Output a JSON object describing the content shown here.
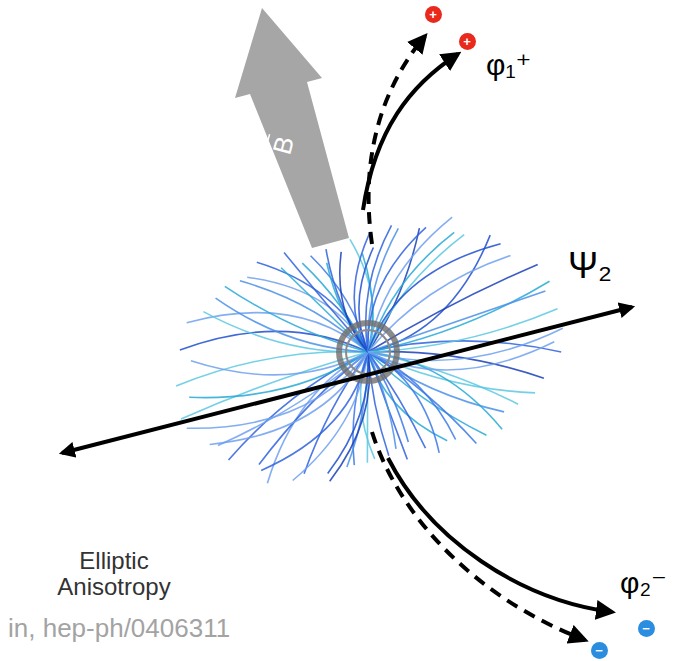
{
  "diagram": {
    "nodes": [
      {
        "text": [
          "+"
        ]
      },
      {
        "text": [
          "+"
        ]
      },
      {
        "text": [
          "−"
        ]
      },
      {
        "text": [
          "−"
        ]
      }
    ],
    "labels": [
      "B",
      "Ψ₂",
      "Elliptic Anisotropy",
      "φ₁⁺",
      "φ₂⁻",
      "in, hep-ph/0406311"
    ]
  }
}
